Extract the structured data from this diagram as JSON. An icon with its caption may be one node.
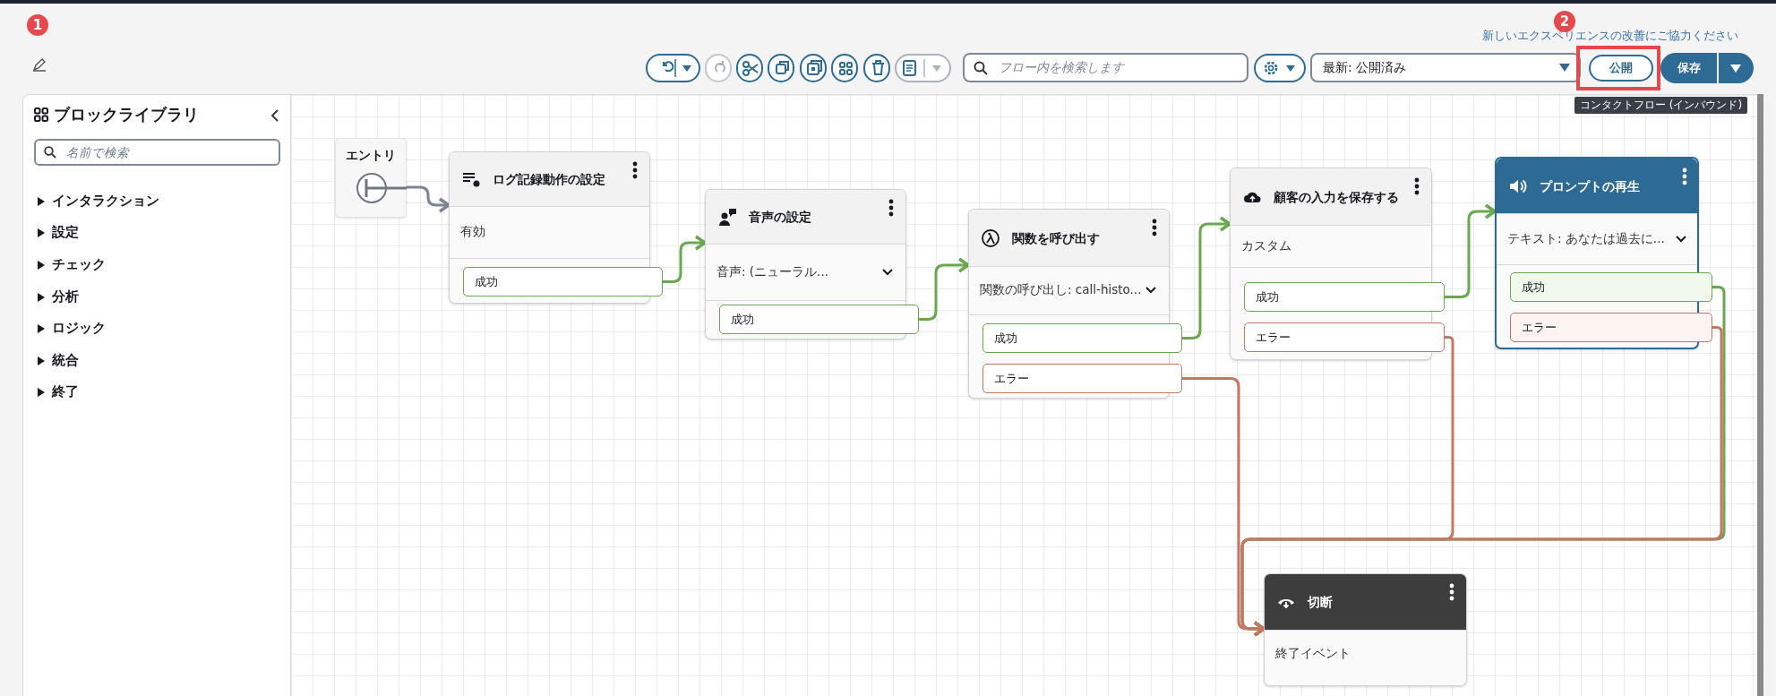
{
  "diagram": {
    "nodes": [
      {
        "text": [
          "エントリ"
        ]
      },
      {
        "text": [
          "ログ記録動作の設定",
          "有効"
        ]
      },
      {
        "text": [
          "成功"
        ],
        "in": 1
      },
      {
        "text": [
          "音声の設定",
          "音声: (ニューラル..."
        ]
      },
      {
        "text": [
          "成功"
        ],
        "in": 3
      },
      {
        "text": [
          "関数を呼び出す",
          "関数の呼び出し: call-histo..."
        ]
      },
      {
        "text": [
          "成功"
        ],
        "in": 5
      },
      {
        "text": [
          "エラー"
        ],
        "in": 5
      },
      {
        "text": [
          "顧客の入力を保存する",
          "カスタム"
        ]
      },
      {
        "text": [
          "成功"
        ],
        "in": 8
      },
      {
        "text": [
          "エラー"
        ],
        "in": 8
      },
      {
        "text": [
          "プロンプトの再生",
          "テキスト: あなたは過去に..."
        ]
      },
      {
        "text": [
          "成功"
        ],
        "in": 11
      },
      {
        "text": [
          "エラー"
        ],
        "in": 11
      },
      {
        "text": [
          "切断",
          "終了イベント"
        ]
      }
    ],
    "edges": [
      {
        "from": 0,
        "to": 1,
        "arrow": "to",
        "color": "#7b8595"
      },
      {
        "from": 2,
        "to": 3,
        "arrow": "to"
      },
      {
        "from": 4,
        "to": 5,
        "arrow": "to"
      },
      {
        "from": 6,
        "to": 8,
        "arrow": "to"
      },
      {
        "from": 7,
        "to": 14,
        "arrow": "to",
        "color": "#c47763"
      },
      {
        "from": 9,
        "to": 11,
        "arrow": "to"
      },
      {
        "from": 10,
        "to": 14,
        "arrow": "to",
        "color": "#c47763"
      },
      {
        "from": 12,
        "to": 14,
        "arrow": "to"
      },
      {
        "from": 13,
        "to": 14,
        "arrow": "to",
        "color": "#c47763"
      }
    ],
    "labels": [
      "1",
      "2",
      "新しいエクスペリエンスの改善にご協力ください",
      "フロー内を検索します",
      "最新: 公開済み",
      "公開",
      "保存",
      "コンタクトフロー (インバウンド)",
      "ブロックライブラリ",
      "名前で検索",
      "インタラクション",
      "設定",
      "チェック",
      "分析",
      "ロジック",
      "統合",
      "終了"
    ]
  }
}
